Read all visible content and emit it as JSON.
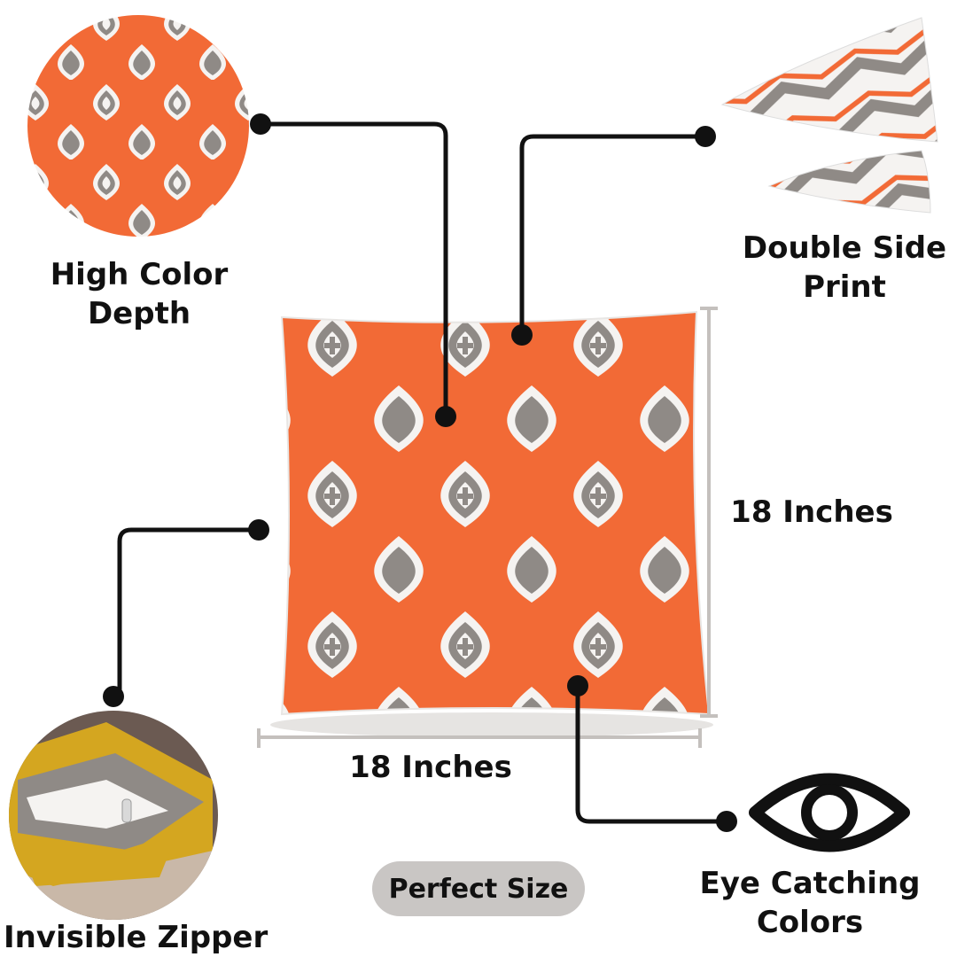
{
  "features": {
    "color_depth": {
      "line1": "High Color",
      "line2": "Depth"
    },
    "double_side": {
      "line1": "Double Side",
      "line2": "Print"
    },
    "zipper": {
      "label": "Invisible Zipper"
    },
    "eye_catching": {
      "line1": "Eye Catching",
      "line2": "Colors"
    }
  },
  "dimensions": {
    "height_label": "18 Inches",
    "width_label": "18 Inches"
  },
  "badge": {
    "label": "Perfect Size"
  },
  "colors": {
    "orange": "#f26a36",
    "gray": "#8f8a86",
    "white": "#f5f3f1",
    "line": "#111111",
    "pill": "#c9c6c4",
    "mustard": "#d4a620"
  },
  "icons": [
    "eye-icon"
  ]
}
